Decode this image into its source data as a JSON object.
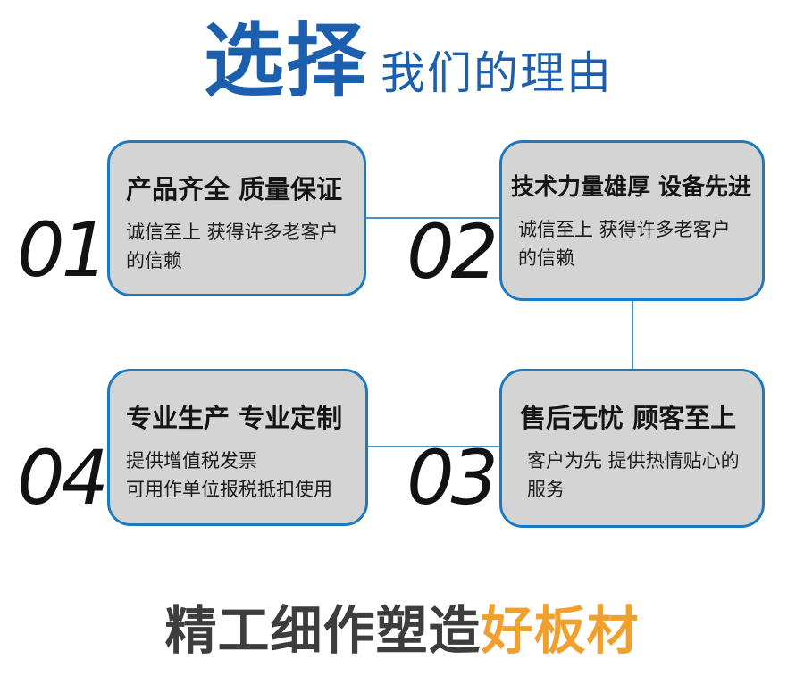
{
  "header": {
    "title_accent": "选择",
    "title_rest": "我们的理由"
  },
  "cards": [
    {
      "number": "01",
      "title": "产品齐全 质量保证",
      "desc": "诚信至上 获得许多老客户\n的信赖"
    },
    {
      "number": "02",
      "title": "技术力量雄厚 设备先进",
      "desc": "诚信至上 获得许多老客户\n的信赖"
    },
    {
      "number": "04",
      "title": "专业生产 专业定制",
      "desc": "提供增值税发票\n可用作单位报税抵扣使用"
    },
    {
      "number": "03",
      "title": "售后无忧 顾客至上",
      "desc": "客户为先 提供热情贴心的\n服务"
    }
  ],
  "footer": {
    "text_main": "精工细作塑造",
    "text_accent": "好板材"
  },
  "colors": {
    "title_blue": "#1b5fae",
    "card_border": "#1e7ac0",
    "card_bg": "#d4d4d4",
    "connector": "#4591cd",
    "number": "#121212",
    "footer_gray": "#3d3d3d",
    "footer_orange": "#efa02f"
  }
}
